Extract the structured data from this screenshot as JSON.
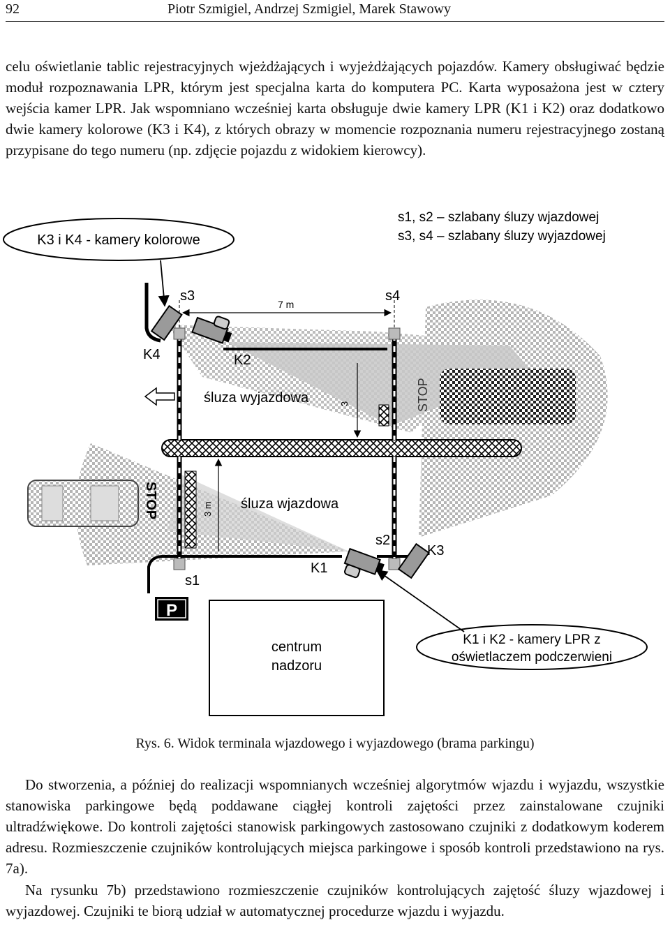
{
  "header": {
    "page_number": "92",
    "authors": "Piotr Szmigiel, Andrzej Szmigiel, Marek Stawowy"
  },
  "paragraphs": {
    "p1": "celu oświetlanie tablic rejestracyjnych wjeżdżających i wyjeżdżających pojazdów. Kamery obsługiwać będzie moduł rozpoznawania LPR, którym jest specjalna karta do komputera PC. Karta wyposażona jest w cztery wejścia kamer LPR. Jak wspomniano wcześniej karta obsługuje dwie kamery LPR (K1 i K2) oraz dodatkowo dwie kamery kolorowe (K3 i K4), z których obrazy w momencie rozpoznania numeru rejestracyjnego zostaną przypisane do tego numeru (np. zdjęcie pojazdu z widokiem kierowcy).",
    "p2": "Do stworzenia, a później do realizacji wspomnianych wcześniej algorytmów wjazdu i wyjazdu, wszystkie stanowiska parkingowe będą poddawane ciągłej kontroli zajętości przez zainstalowane czujniki ultradźwiękowe. Do kontroli zajętości stanowisk parkingowych zastosowano czujniki z dodatkowym koderem adresu. Rozmieszczenie czujników kontrolujących miejsca parkingowe i sposób kontroli przedstawiono na rys. 7a).",
    "p3": "Na rysunku 7b) przedstawiono rozmieszczenie czujników kontrolujących zajętość śluzy wjazdowej i wyjazdowej. Czujniki te biorą udział w automatycznej procedurze wjazdu i wyjazdu."
  },
  "figure": {
    "caption": "Rys. 6. Widok terminala wjazdowego i wyjazdowego (brama parkingu)",
    "callout_color_cameras": "K3 i K4 - kamery kolorowe",
    "legend_line1": "s1, s2 – szlabany śluzy wjazdowej",
    "legend_line2": "s3, s4 – szlabany śluzy wyjazdowej",
    "label_s1": "s1",
    "label_s2": "s2",
    "label_s3": "s3",
    "label_s4": "s4",
    "label_k1": "K1",
    "label_k2": "K2",
    "label_k3": "K3",
    "label_k4": "K4",
    "distance_label": "7 m",
    "dim_label_exit": "3",
    "dim_label_entry": "3 m",
    "exit_lock_label": "śluza wyjazdowa",
    "entry_lock_label": "śluza wjazdowa",
    "stop_entry": "STOP",
    "stop_exit": "STOP",
    "parking_sign": "P",
    "control_center_line1": "centrum",
    "control_center_line2": "nadzoru",
    "callout_lpr_line1": "K1 i K2 - kamery LPR z",
    "callout_lpr_line2": "oświetlaczem podczerwieni",
    "colors": {
      "ink": "#000000",
      "pattern_gray": "#a8a8a8",
      "fill_light": "#e6e6e6"
    }
  }
}
